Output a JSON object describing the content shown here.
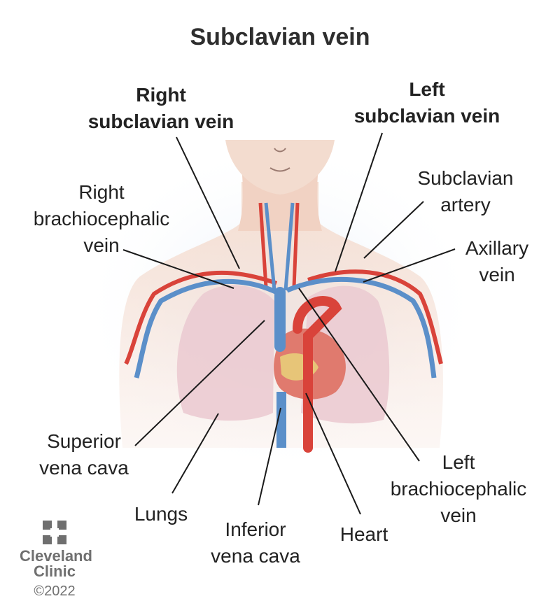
{
  "title": "Subclavian vein",
  "labels": {
    "right_subclavian_vein": [
      "Right",
      "subclavian vein"
    ],
    "left_subclavian_vein": [
      "Left",
      "subclavian vein"
    ],
    "right_brachiocephalic_vein": [
      "Right",
      "brachiocephalic",
      "vein"
    ],
    "subclavian_artery": [
      "Subclavian",
      "artery"
    ],
    "axillary_vein": [
      "Axillary",
      "vein"
    ],
    "superior_vena_cava": [
      "Superior",
      "vena cava"
    ],
    "left_brachiocephalic_vein": [
      "Left",
      "brachiocephalic",
      "vein"
    ],
    "lungs": [
      "Lungs"
    ],
    "inferior_vena_cava": [
      "Inferior",
      "vena cava"
    ],
    "heart": [
      "Heart"
    ]
  },
  "logo": {
    "line1": "Cleveland",
    "line2": "Clinic",
    "copyright": "©2022"
  },
  "colors": {
    "vein": "#5b8fc9",
    "artery": "#d9433a",
    "skin": "#f2d7c9",
    "lung": "#e9c7cf",
    "heart": "#e07a6e",
    "leader_line": "#1a1a1a"
  }
}
